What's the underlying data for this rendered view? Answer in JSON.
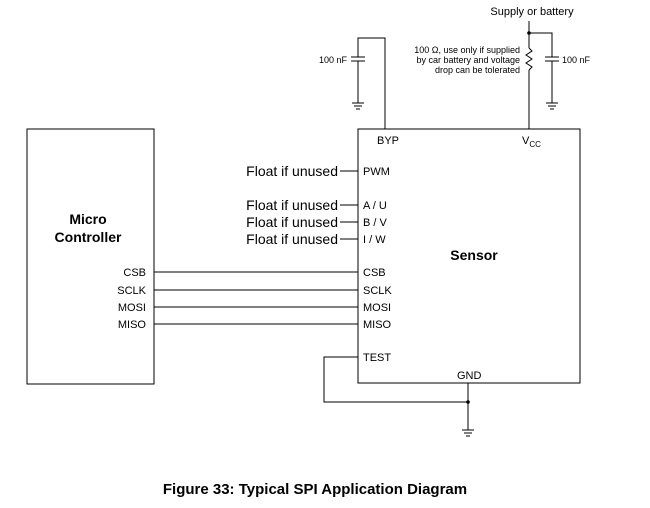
{
  "supply_label": "Supply or battery",
  "cap_bypass_label": "100 nF",
  "cap_vcc_label": "100 nF",
  "resistor_note": [
    "100 Ω, use only if supplied",
    "by car battery and voltage",
    "drop can be tolerated"
  ],
  "micro": {
    "title_line1": "Micro",
    "title_line2": "Controller",
    "pins": [
      "CSB",
      "SCLK",
      "MOSI",
      "MISO"
    ]
  },
  "sensor": {
    "title": "Sensor",
    "pin_byp": "BYP",
    "pin_vcc_main": "V",
    "pin_vcc_sub": "CC",
    "pin_pwm": "PWM",
    "pin_a": "A / U",
    "pin_b": "B / V",
    "pin_i": "I / W",
    "pins_spi": [
      "CSB",
      "SCLK",
      "MOSI",
      "MISO"
    ],
    "pin_test": "TEST",
    "pin_gnd": "GND"
  },
  "float_notes": [
    "Float if unused",
    "Float if unused",
    "Float if unused",
    "Float if unused"
  ],
  "caption": "Figure 33: Typical SPI Application Diagram"
}
